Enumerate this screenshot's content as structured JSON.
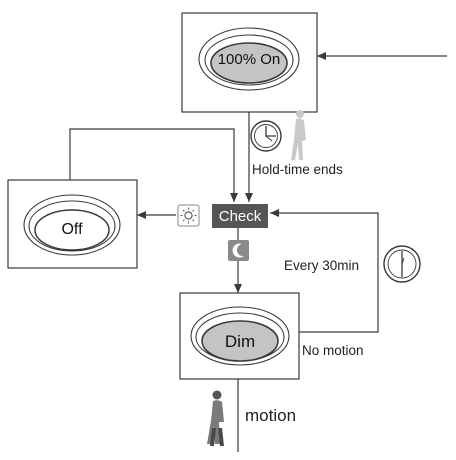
{
  "states": {
    "on": "100% On",
    "off": "Off",
    "dim": "Dim"
  },
  "decision": {
    "check": "Check"
  },
  "transitions": {
    "hold_time_ends": "Hold-time ends",
    "every_30min": "Every 30min",
    "no_motion": "No motion",
    "motion": "motion"
  },
  "colors": {
    "line": "#3a3a3a",
    "check_fill": "#555555",
    "moon_fill": "#8a8a8a",
    "sun_stroke": "#888888",
    "person_fill": "#c9c9c9"
  },
  "icons": [
    "clock-icon",
    "person-walking-icon",
    "sun-icon",
    "moon-icon",
    "clock-icon",
    "person-walking-icon"
  ]
}
